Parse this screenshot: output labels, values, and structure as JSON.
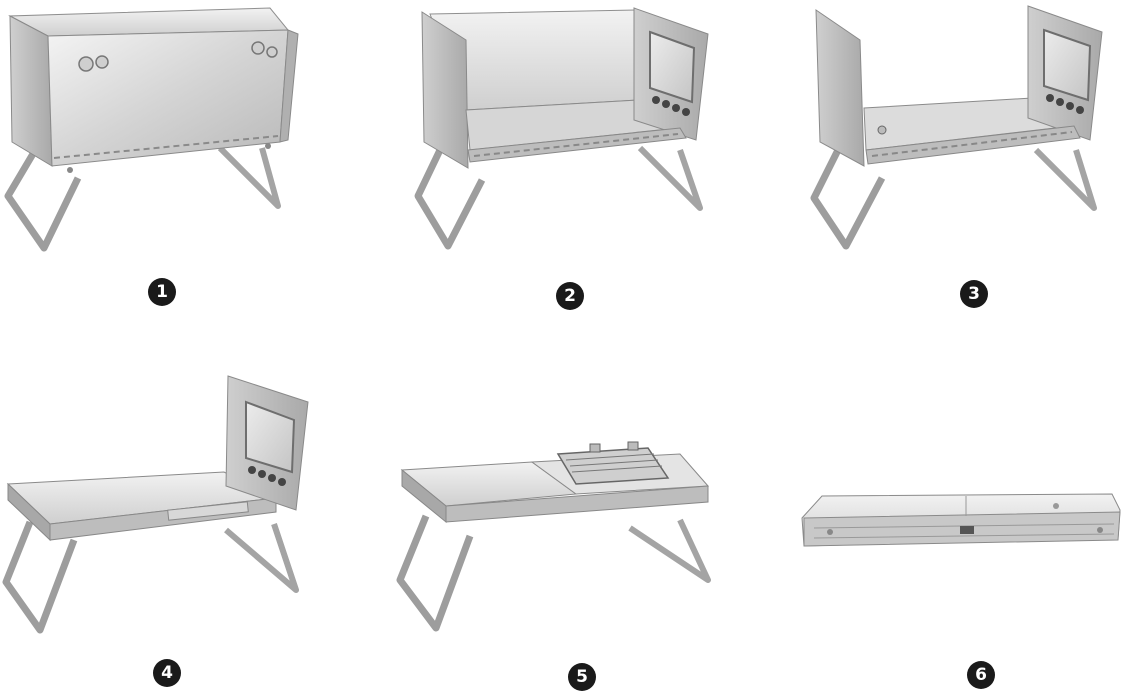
{
  "steps": [
    {
      "number": "1"
    },
    {
      "number": "2"
    },
    {
      "number": "3"
    },
    {
      "number": "4"
    },
    {
      "number": "5"
    },
    {
      "number": "6"
    }
  ],
  "colors": {
    "background": "#ffffff",
    "steel_light": "#e8e8e8",
    "steel_mid": "#c9c9c9",
    "steel_dark": "#9a9a9a",
    "steel_edge": "#7a7a7a",
    "badge_fill": "#1a1a1a",
    "badge_text": "#ffffff"
  }
}
